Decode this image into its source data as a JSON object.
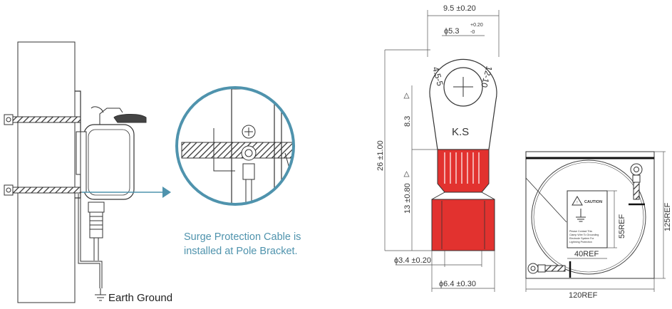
{
  "left_panel": {
    "ground_label": "Earth Ground",
    "callout_line1": "Surge Protection Cable is",
    "callout_line2": "installed at Pole Bracket.",
    "accent_color": "#4f93ad"
  },
  "middle_panel": {
    "dim_top_width": "9.5 ±0.20",
    "dim_hole": "ϕ5.3",
    "dim_hole_tol_upper": "+0.20",
    "dim_hole_tol_lower": "-0",
    "dim_overall_length": "26 ±1.00",
    "dim_ring_height": "8.3",
    "dim_barrel_height": "13 ±0.80",
    "dim_inner_dia": "ϕ3.4 ±0.20",
    "dim_outer_dia": "ϕ6.4 ±0.30",
    "ring_mark_left": "4.5-5",
    "ring_mark_right": "12-10",
    "ring_brand": "K.S",
    "barrel_color": "#e2322f"
  },
  "right_panel": {
    "dim_55": "55REF",
    "dim_40": "40REF",
    "dim_125": "125REF",
    "dim_120": "120REF",
    "caution_title": "CAUTION",
    "caution_text": [
      "Please Contact This",
      "Clamp Wire To Grounding",
      "Electrode System For",
      "Lightning Protection"
    ]
  }
}
